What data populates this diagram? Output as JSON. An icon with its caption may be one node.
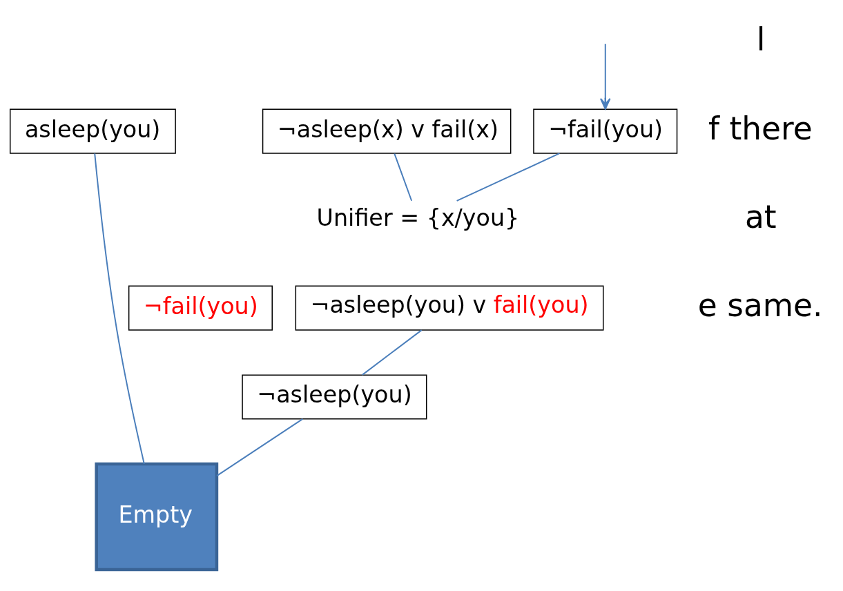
{
  "diagram": {
    "nodes": [
      {
        "text": [
          "¬fail(you)"
        ]
      },
      {
        "text": [
          "¬asleep(x) v fail(x)"
        ]
      },
      {
        "text": [
          "asleep(you)"
        ]
      },
      {
        "text": [
          "Unifier = {x/you}"
        ]
      },
      {
        "text": [
          "¬fail(you)"
        ]
      },
      {
        "text": [
          "¬asleep(you) v fail(you)"
        ]
      },
      {
        "text": [
          "¬asleep(you)"
        ]
      },
      {
        "text": [
          "Empty"
        ]
      }
    ],
    "edges": [
      {
        "from": null,
        "to": 0,
        "arrow": "to"
      },
      {
        "from": 0,
        "to": 3,
        "arrow": "none"
      },
      {
        "from": 1,
        "to": 3,
        "arrow": "none"
      },
      {
        "from": 5,
        "to": 6,
        "arrow": "none"
      },
      {
        "from": 6,
        "to": 7,
        "arrow": "none"
      },
      {
        "from": 2,
        "to": 7,
        "arrow": "none"
      }
    ],
    "labels": [
      "l",
      "f there",
      "at",
      "e same."
    ]
  }
}
